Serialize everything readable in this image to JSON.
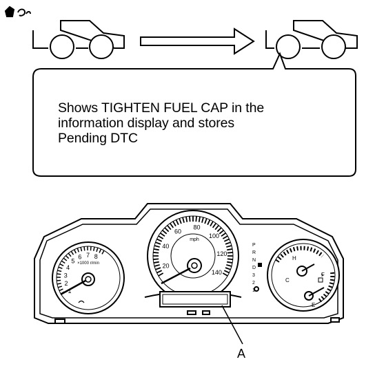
{
  "callout": {
    "lines": [
      "Shows TIGHTEN FUEL CAP in the",
      "information display and stores",
      "Pending DTC"
    ]
  },
  "tachometer": {
    "ticks": [
      "1",
      "2",
      "3",
      "4",
      "5",
      "6",
      "7",
      "8"
    ],
    "unit": "×1000 r/min"
  },
  "speedometer": {
    "ticks": [
      "20",
      "40",
      "60",
      "80",
      "100",
      "120",
      "140"
    ],
    "unit": "mph"
  },
  "gear_indicator": [
    "P",
    "R",
    "N",
    "D",
    "3",
    "2",
    "1"
  ],
  "temp_gauge": {
    "hot": "H",
    "cold": "C"
  },
  "fuel_gauge": {
    "full": "F",
    "empty": "E"
  },
  "label_a": "A"
}
